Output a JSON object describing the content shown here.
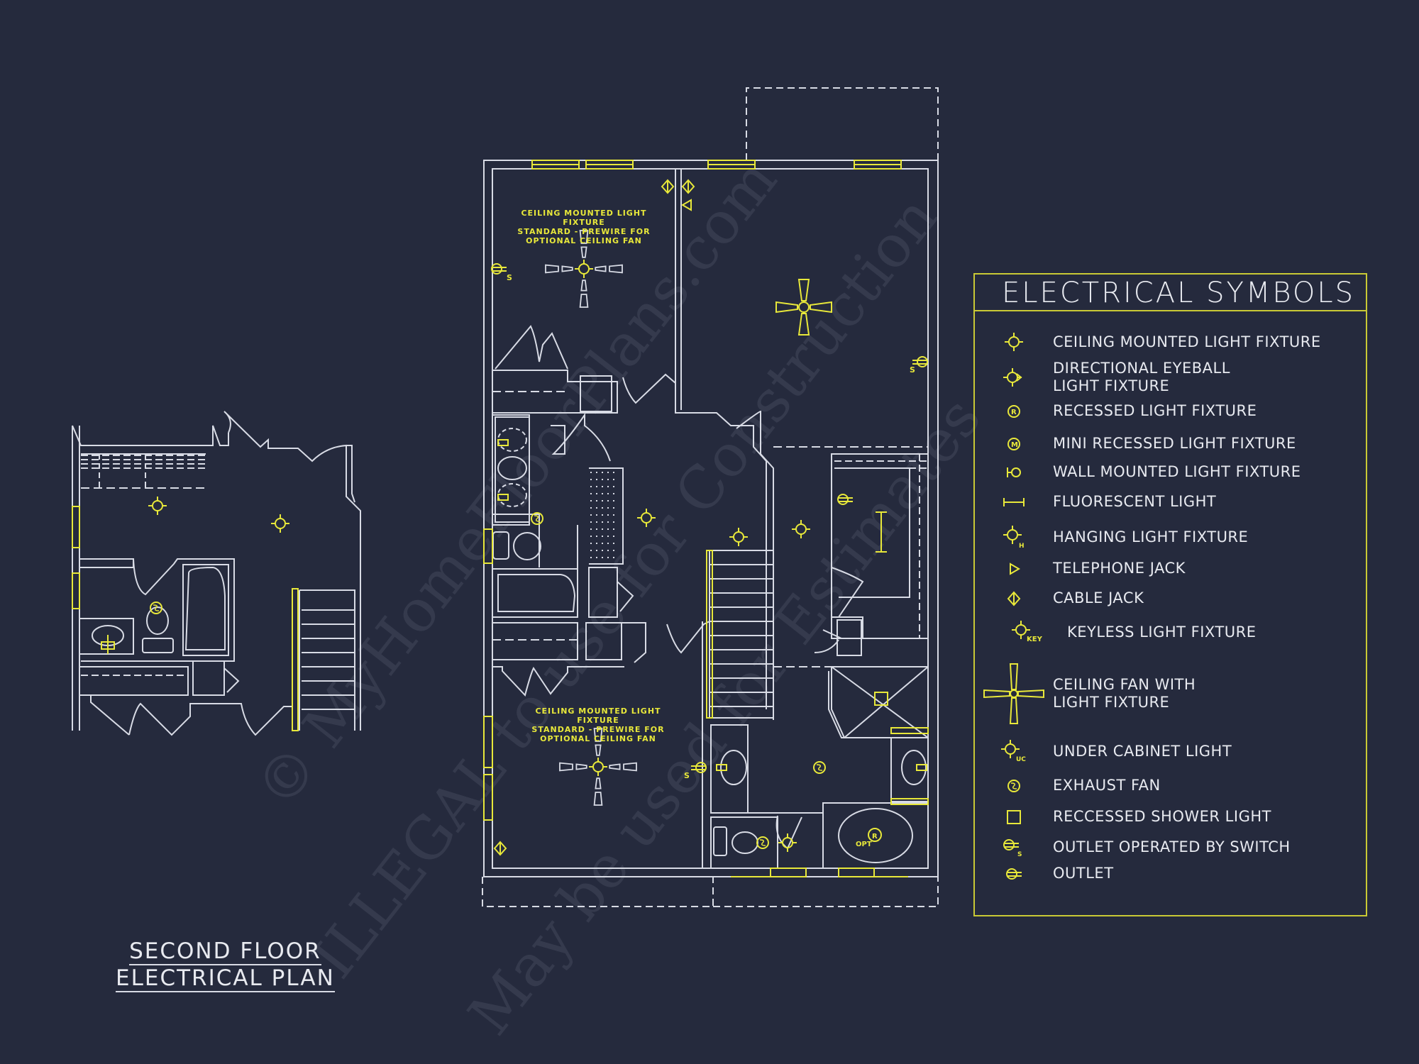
{
  "drawing": {
    "title_line1": "SECOND FLOOR",
    "title_line2": "ELECTRICAL PLAN",
    "background_color": "#252a3d",
    "wall_color": "#d8dbe5",
    "symbol_color": "#e8e83a"
  },
  "notes": {
    "upper_bedroom": "CEILING MOUNTED LIGHT FIXTURE\nSTANDARD - PREWIRE FOR\nOPTIONAL CEILING FAN",
    "lower_bedroom": "CEILING MOUNTED LIGHT FIXTURE\nSTANDARD - PREWIRE FOR\nOPTIONAL CEILING FAN",
    "tub_label": "OPT"
  },
  "legend": {
    "title": "ELECTRICAL SYMBOLS",
    "items": [
      {
        "icon": "ceiling-light-icon",
        "label": "CEILING MOUNTED LIGHT FIXTURE"
      },
      {
        "icon": "eyeball-light-icon",
        "label": "DIRECTIONAL EYEBALL\nLIGHT FIXTURE"
      },
      {
        "icon": "recessed-light-icon",
        "label": "RECESSED LIGHT FIXTURE"
      },
      {
        "icon": "mini-recessed-light-icon",
        "label": "MINI RECESSED LIGHT FIXTURE"
      },
      {
        "icon": "wall-light-icon",
        "label": "WALL MOUNTED LIGHT FIXTURE"
      },
      {
        "icon": "fluorescent-light-icon",
        "label": "FLUORESCENT LIGHT"
      },
      {
        "icon": "hanging-light-icon",
        "label": "HANGING LIGHT FIXTURE"
      },
      {
        "icon": "telephone-jack-icon",
        "label": "TELEPHONE JACK"
      },
      {
        "icon": "cable-jack-icon",
        "label": "CABLE JACK"
      },
      {
        "icon": "keyless-light-icon",
        "label": "KEYLESS LIGHT FIXTURE"
      },
      {
        "icon": "ceiling-fan-light-icon",
        "label": "CEILING FAN WITH\nLIGHT FIXTURE"
      },
      {
        "icon": "under-cabinet-light-icon",
        "label": "UNDER CABINET LIGHT"
      },
      {
        "icon": "exhaust-fan-icon",
        "label": "EXHAUST FAN"
      },
      {
        "icon": "shower-light-icon",
        "label": "RECCESSED SHOWER LIGHT"
      },
      {
        "icon": "switched-outlet-icon",
        "label": "OUTLET OPERATED BY SWITCH"
      },
      {
        "icon": "outlet-icon",
        "label": "OUTLET"
      }
    ],
    "symbol_letters": {
      "recessed": "R",
      "mini": "M",
      "hanging": "H",
      "keyless": "KEY",
      "under_cabinet": "UC",
      "switch": "S"
    }
  },
  "watermark": {
    "line1": "© MyHomeFloorPlans.com",
    "line2": "ILLEGAL to use for Construction",
    "line3": "May be used for Estimates"
  }
}
